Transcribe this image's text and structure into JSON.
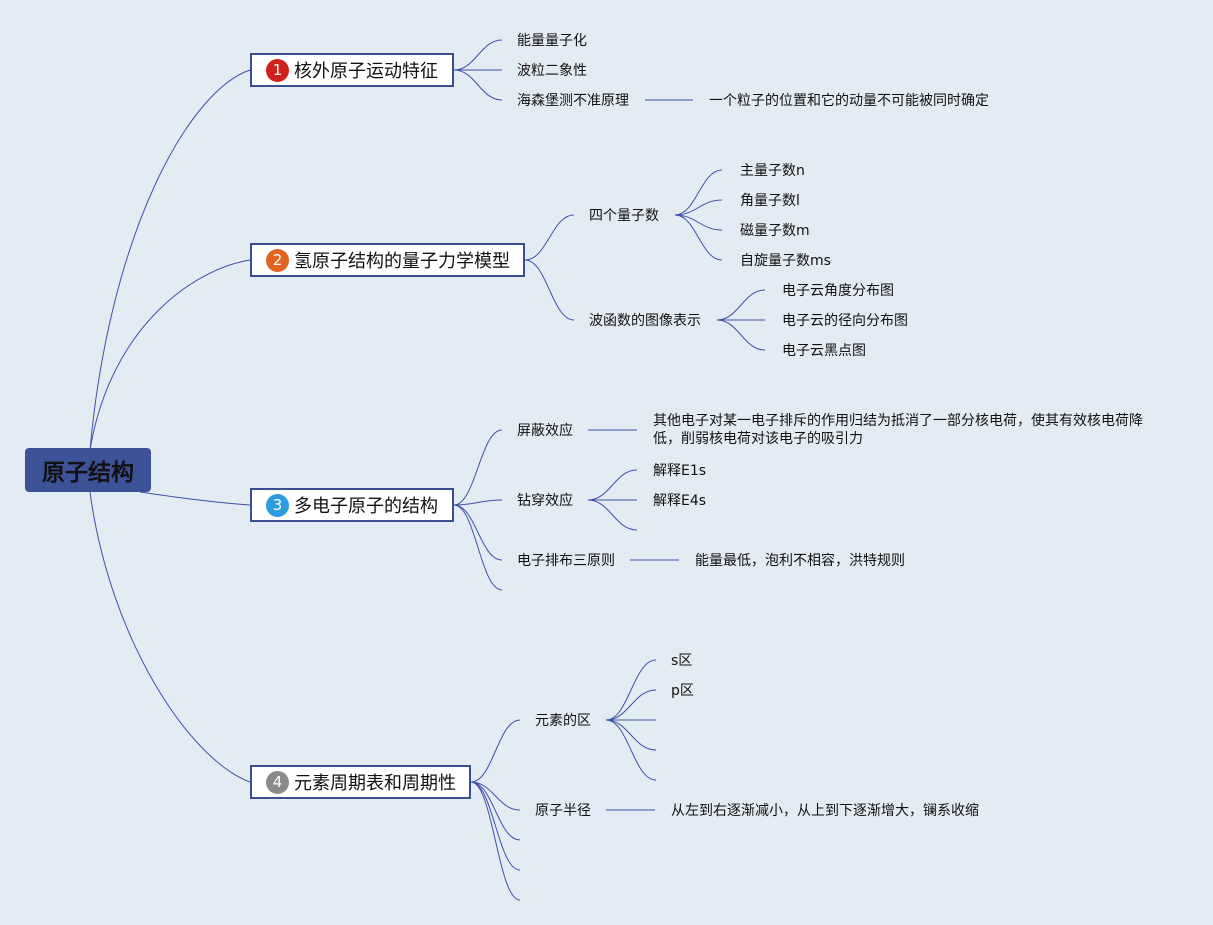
{
  "root": "原子结构",
  "colors": {
    "line": "#3f51a8",
    "root_fill": "#3d5197",
    "branch_border": "#3a4f8f",
    "background": "#e4ecf3",
    "badge": [
      "#d0201c",
      "#e2641e",
      "#2a9ee0",
      "#8a8a8a"
    ]
  },
  "branches": [
    {
      "num": "1",
      "label": "核外原子运动特征",
      "children": [
        {
          "label": "能量量子化"
        },
        {
          "label": "波粒二象性"
        },
        {
          "label": "海森堡测不准原理",
          "detail": "一个粒子的位置和它的动量不可能被同时确定"
        }
      ]
    },
    {
      "num": "2",
      "label": "氢原子结构的量子力学模型",
      "children": [
        {
          "label": "四个量子数",
          "children": [
            "主量子数n",
            "角量子数l",
            "磁量子数m",
            "自旋量子数ms"
          ]
        },
        {
          "label": "波函数的图像表示",
          "children": [
            "电子云角度分布图",
            "电子云的径向分布图",
            "电子云黑点图"
          ]
        }
      ]
    },
    {
      "num": "3",
      "label": "多电子原子的结构",
      "children": [
        {
          "label": "屏蔽效应",
          "detail": "其他电子对某一电子排斥的作用归结为抵消了一部分核电荷，使其有效核电荷降低，削弱核电荷对该电子的吸引力"
        },
        {
          "label": "钻穿效应",
          "children": [
            "解释E1s",
            "解释E4s",
            ""
          ]
        },
        {
          "label": "电子排布三原则",
          "detail": "能量最低，泡利不相容，洪特规则"
        },
        {
          "label": ""
        }
      ]
    },
    {
      "num": "4",
      "label": "元素周期表和周期性",
      "children": [
        {
          "label": "元素的区",
          "children": [
            "s区",
            "p区",
            "",
            "",
            ""
          ]
        },
        {
          "label": "原子半径",
          "detail": "从左到右逐渐减小，从上到下逐渐增大，镧系收缩"
        },
        {
          "label": ""
        },
        {
          "label": ""
        },
        {
          "label": ""
        }
      ]
    }
  ]
}
